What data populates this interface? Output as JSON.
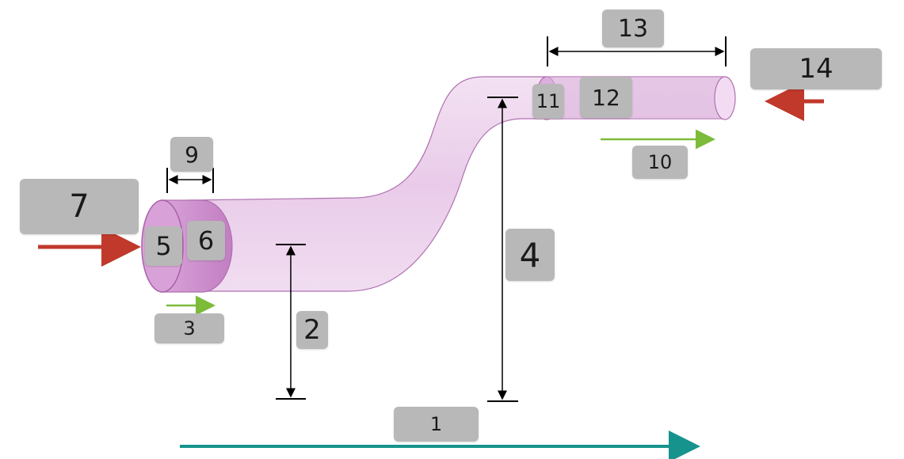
{
  "colors": {
    "pipe": "#e6c6e6",
    "pipe_edge": "#b070b0",
    "red_arrow": "#c0392b",
    "green_arrow": "#7dbb3a",
    "teal_arrow": "#17938d",
    "dimension_line": "#000000",
    "label_box": "#b8b8b8"
  },
  "labels": {
    "l1": "1",
    "l2": "2",
    "l3": "3",
    "l4": "4",
    "l5": "5",
    "l6": "6",
    "l7": "7",
    "l9": "9",
    "l10": "10",
    "l11": "11",
    "l12": "12",
    "l13": "13",
    "l14": "14"
  }
}
